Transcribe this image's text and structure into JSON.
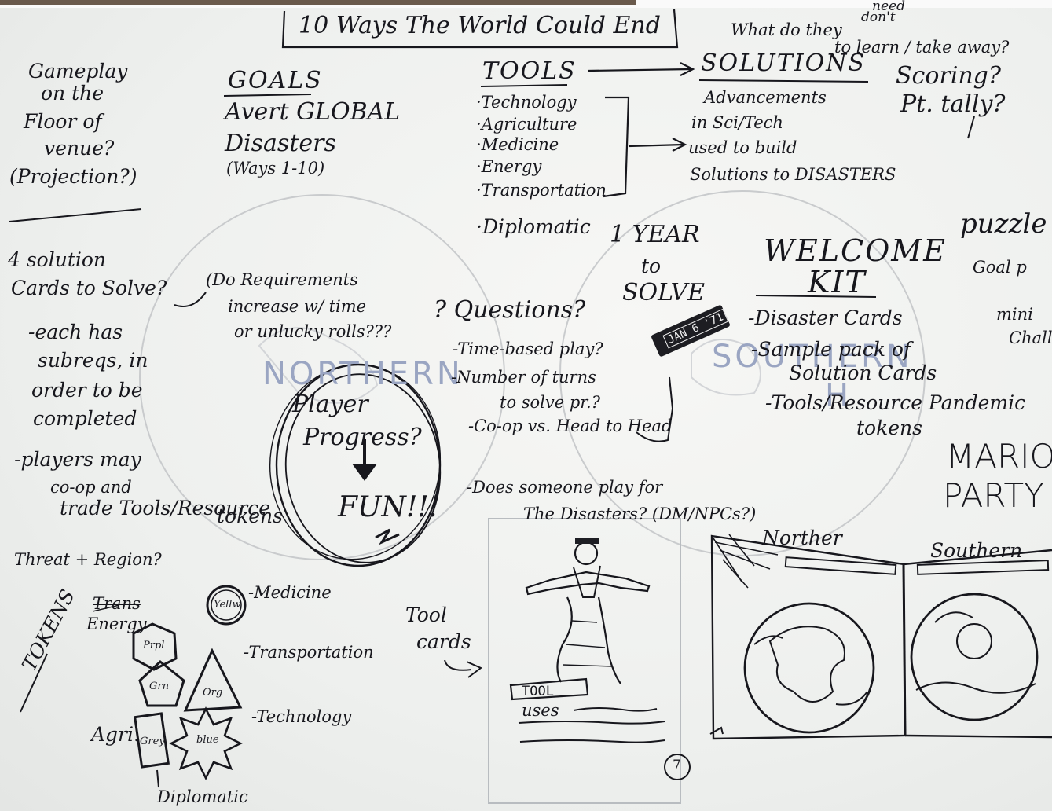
{
  "title": "10 Ways The World Could End",
  "header_note": {
    "line1": "What do they",
    "strike": "don't",
    "insert": "need",
    "line2": "to learn / take away?"
  },
  "gameplay_note": [
    "Gameplay",
    "on the",
    "Floor of",
    "venue?",
    "(Projection?)"
  ],
  "goals": {
    "heading": "GOALS",
    "lines": [
      "Avert GLOBAL",
      "Disasters",
      "(Ways 1-10)"
    ]
  },
  "tools": {
    "heading": "TOOLS",
    "items": [
      "·Technology",
      "·Agriculture",
      "·Medicine",
      "·Energy",
      "·Transportation",
      "·Diplomatic"
    ]
  },
  "solutions": {
    "heading": "SOLUTIONS",
    "lines": [
      "Advancements",
      "in Sci/Tech",
      "used to build",
      "Solutions to DISASTERS"
    ]
  },
  "scoring": [
    "Scoring?",
    "Pt. tally?"
  ],
  "solution_cards": [
    "4 solution",
    "Cards to Solve?",
    "-each has",
    "subreqs, in",
    "order to be",
    "completed",
    "-players may",
    "co-op and",
    "trade Tools/Resource",
    "tokens"
  ],
  "requirements_note": [
    "(Do Requirements",
    "increase w/ time",
    "or unlucky rolls???"
  ],
  "player_progress": [
    "Player",
    "Progress?",
    "FUN!!!"
  ],
  "questions": {
    "heading": "? Questions?",
    "items": [
      "-Time-based play?",
      "-Number of turns",
      "to solve pr.?",
      "-Co-op vs. Head to Head",
      "-Does someone play for",
      "The Disasters? (DM/NPCs?)"
    ]
  },
  "year_to_solve": [
    "1 YEAR",
    "to",
    "SOLVE"
  ],
  "calendar_stamp": "JAN 6 '71",
  "welcome_kit": {
    "heading": [
      "WELCOME",
      "KIT"
    ],
    "items": [
      "-Disaster Cards",
      "-Sample pack of",
      "Solution Cards",
      "-Tools/Resource Pandemic",
      "tokens"
    ]
  },
  "puzzle_note": [
    "puzzle",
    "Goal p",
    "mini",
    "Challe"
  ],
  "mario_party": [
    "MARIO*",
    "PARTY"
  ],
  "threat_region": "Threat + Region?",
  "tokens_label": "TOKENS",
  "token_labels": {
    "energy_crossed": "Trans",
    "energy": "Energy",
    "agri": "Agri.",
    "diplomatic": "Diplomatic",
    "medicine": "-Medicine",
    "transportation": "-Transportation",
    "technology": "-Technology",
    "hex": "Prpl",
    "circle": "Yellw",
    "pentagon": "Grn",
    "triangle": "Org",
    "rect": "Grey",
    "star": "blue"
  },
  "tool_cards": [
    "Tool",
    "cards"
  ],
  "tool_card_sketch": [
    "TOOL",
    "uses"
  ],
  "page_number": "7",
  "board_labels": [
    "Norther",
    "Southern"
  ],
  "hemisphere_faint": [
    "NORTHERN",
    "SOUTHERN",
    "H"
  ]
}
